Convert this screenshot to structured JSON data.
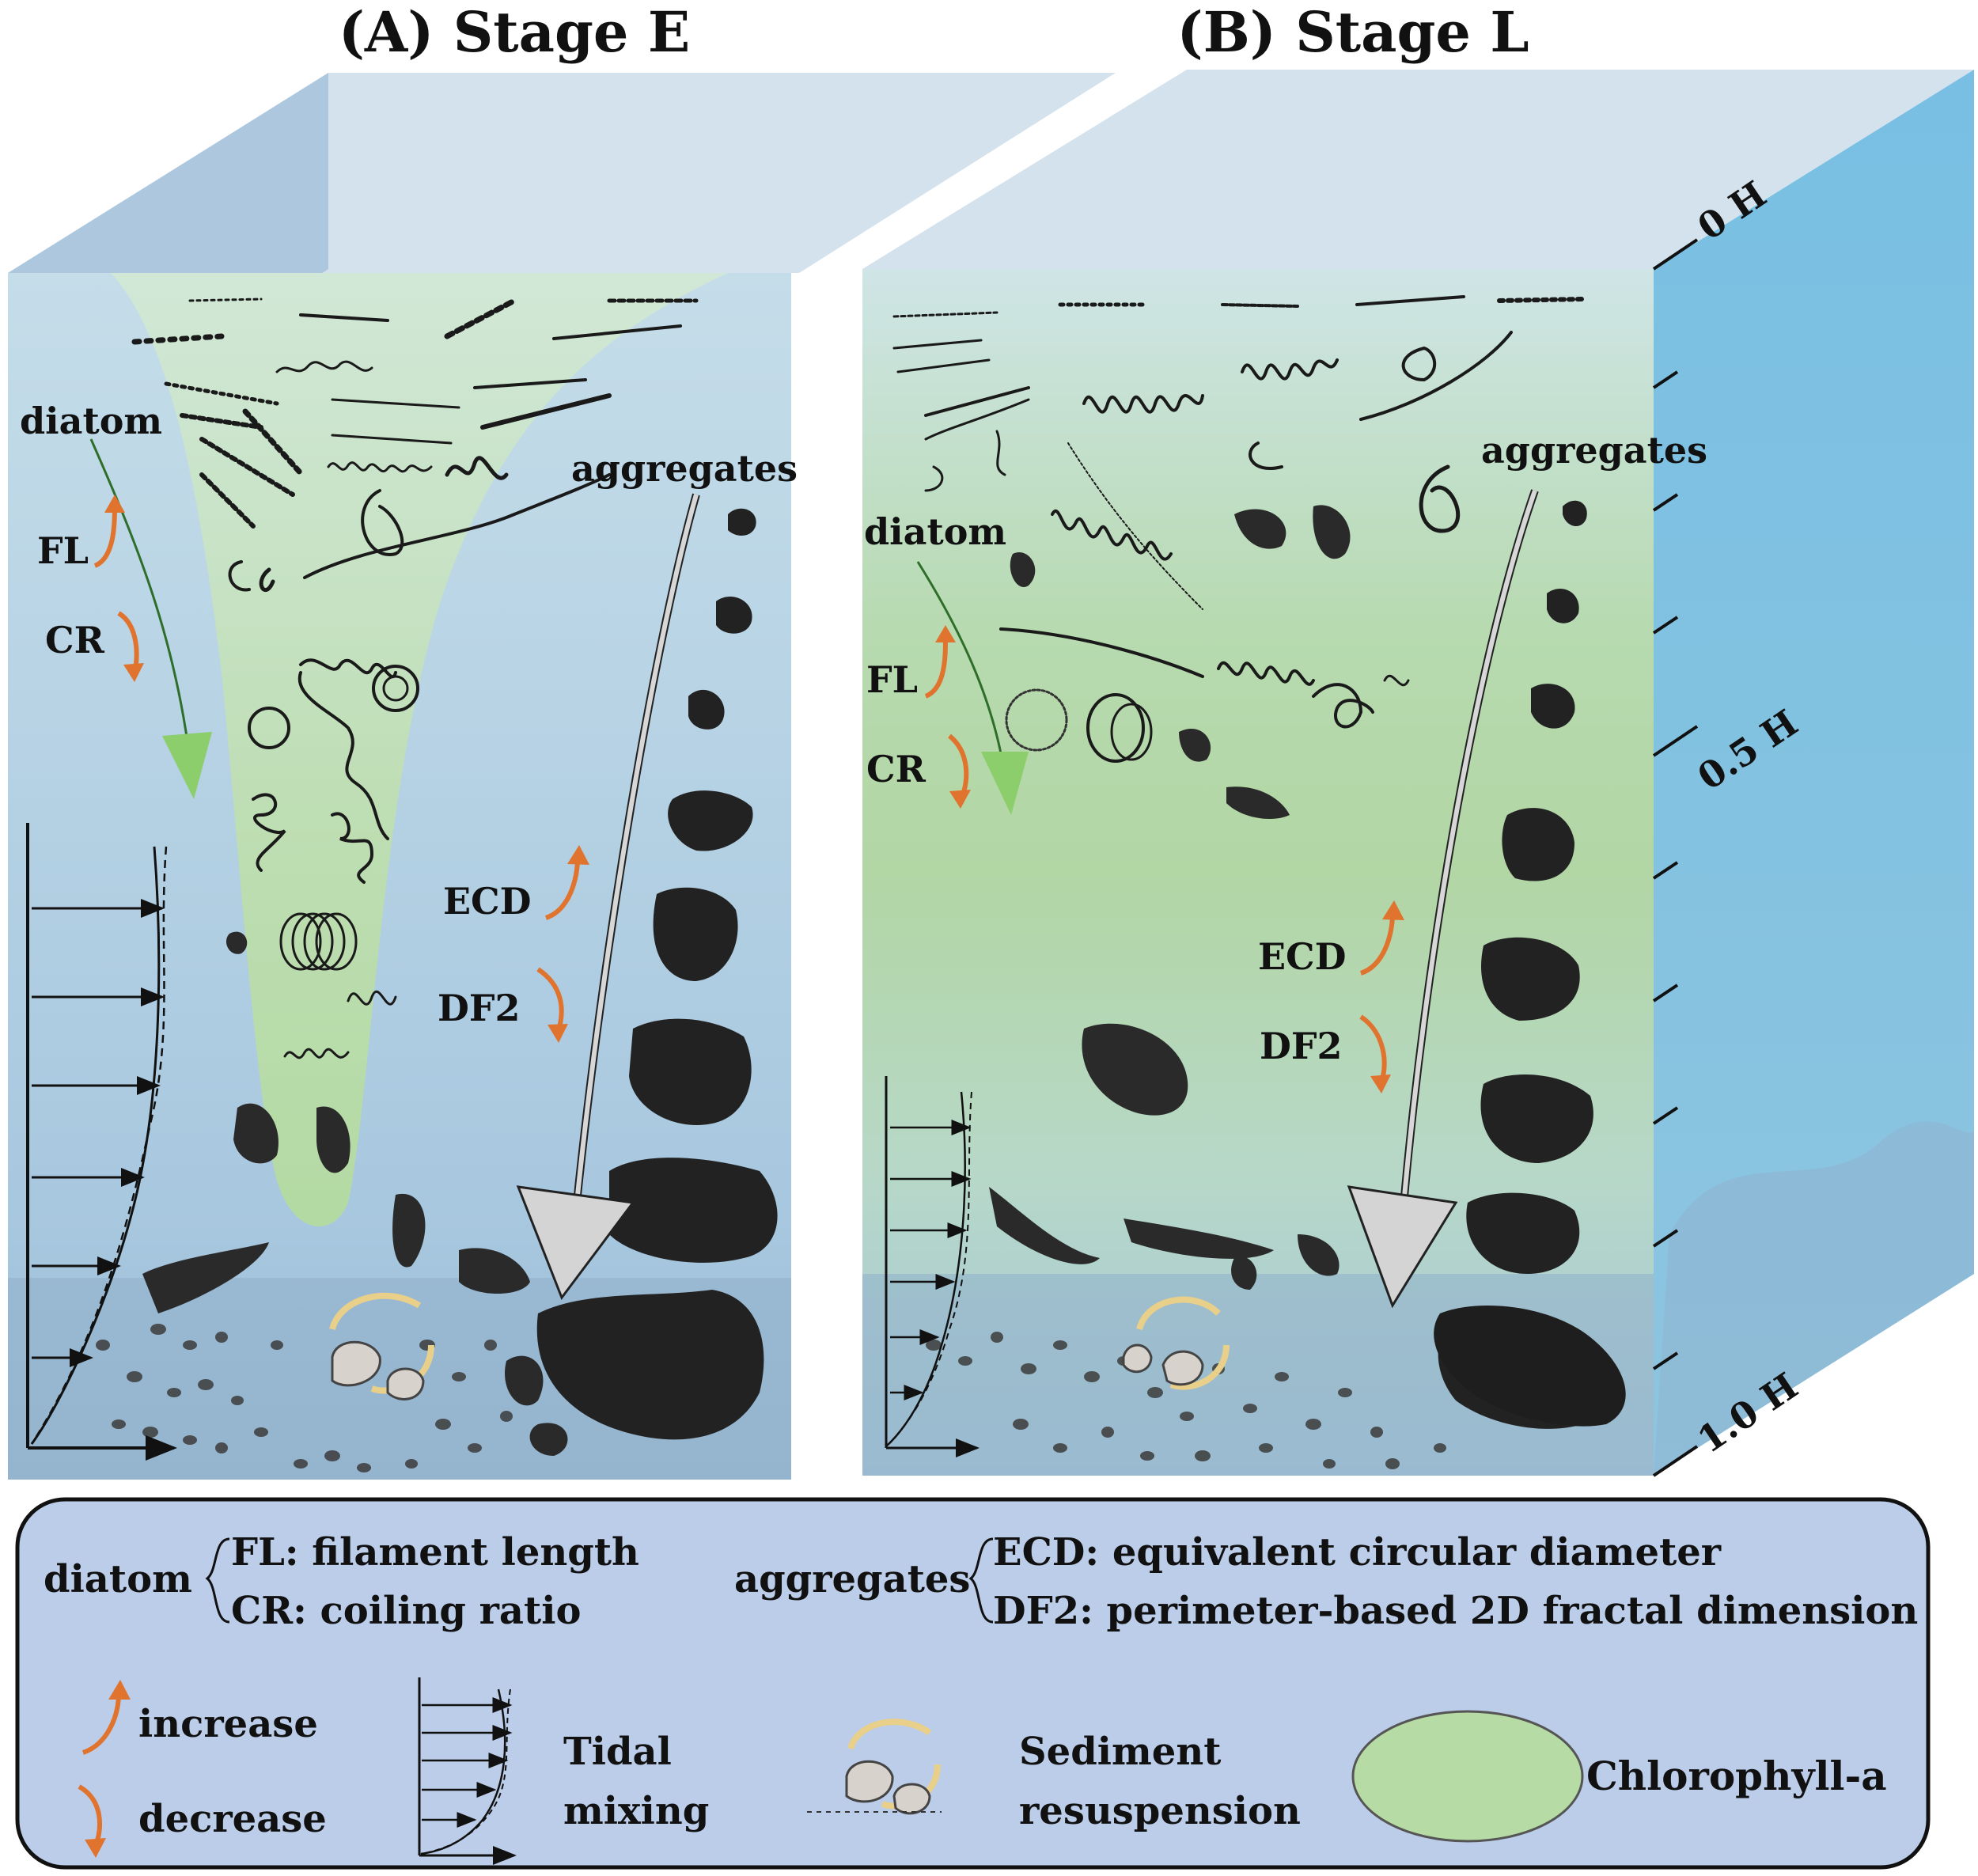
{
  "panels": {
    "a": {
      "title": "(A) Stage E",
      "diatom_label": "diatom",
      "aggregates_label": "aggregates",
      "fl": "FL",
      "cr": "CR",
      "ecd": "ECD",
      "df2": "DF2"
    },
    "b": {
      "title": "(B) Stage L",
      "diatom_label": "diatom",
      "aggregates_label": "aggregates",
      "fl": "FL",
      "cr": "CR",
      "ecd": "ECD",
      "df2": "DF2"
    }
  },
  "depth_scale": {
    "top": "0 H",
    "mid": "0.5 H",
    "bottom": "1.0 H"
  },
  "legend": {
    "diatom_group": "diatom",
    "fl_def": "FL: filament length",
    "cr_def": "CR: coiling ratio",
    "aggregates_group": "aggregates",
    "ecd_def": "ECD: equivalent circular diameter",
    "df2_def": "DF2: perimeter-based 2D fractal dimension",
    "increase": "increase",
    "decrease": "decrease",
    "tidal_1": "Tidal",
    "tidal_2": "mixing",
    "sediment_1": "Sediment",
    "sediment_2": "resuspension",
    "chlorophyll": "Chlorophyll-a"
  },
  "colors": {
    "water_front": "#a9cbe3",
    "water_side": "#7fc3e6",
    "water_top": "#d3e3ec",
    "chlorophyll": "#b6dba4",
    "legend_bg": "#bccde9",
    "arrow_orange": "#e0732e",
    "arrow_green": "#8ccd6c",
    "arrow_grey": "#d4d4d4"
  }
}
